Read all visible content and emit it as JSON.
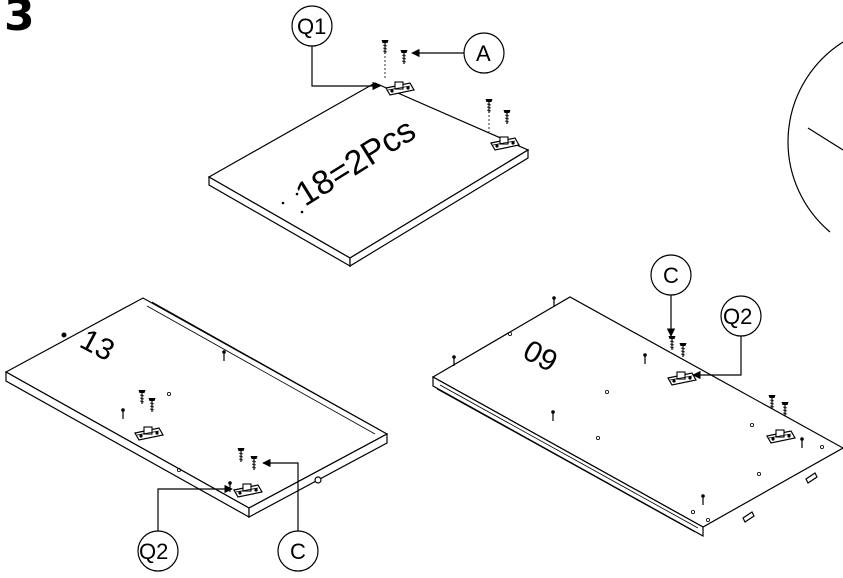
{
  "step_number": "3",
  "top_panel": {
    "qty_text": "18=2Pcs",
    "callouts": [
      "Q1",
      "A"
    ]
  },
  "left_panel": {
    "panel_number": "13",
    "callouts": [
      "Q2",
      "C"
    ]
  },
  "right_panel": {
    "panel_number": "09",
    "callouts": [
      "C",
      "Q2"
    ]
  }
}
